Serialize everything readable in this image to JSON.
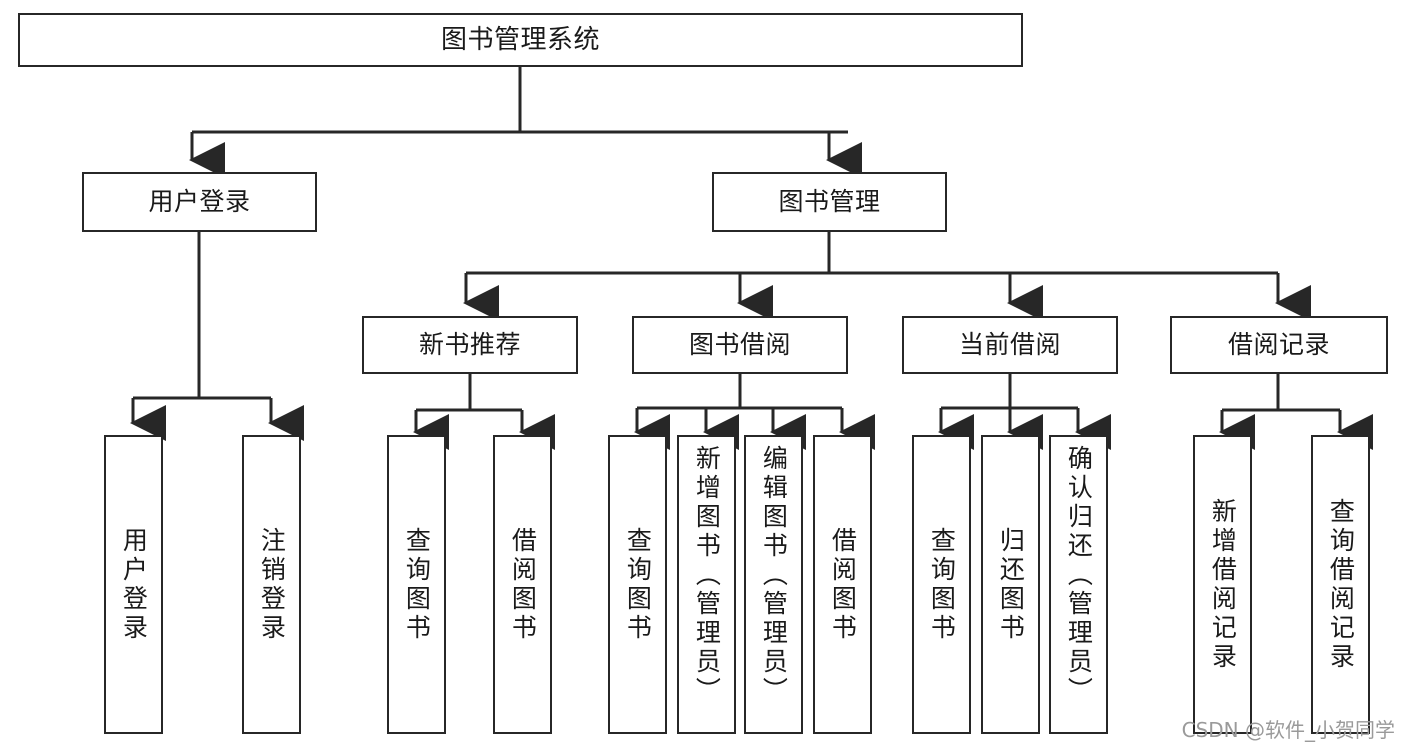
{
  "diagram": {
    "title": "图书管理系统",
    "watermark": "CSDN @软件_小贺同学",
    "line_color": "#272727",
    "box_fill": "#ffffff",
    "text_color": "#1a1a1a",
    "nodes": {
      "root": {
        "label": "图书管理系统"
      },
      "level1": [
        {
          "label": "用户登录"
        },
        {
          "label": "图书管理"
        }
      ],
      "level2": [
        {
          "label": "新书推荐"
        },
        {
          "label": "图书借阅"
        },
        {
          "label": "当前借阅"
        },
        {
          "label": "借阅记录"
        }
      ],
      "leaves": {
        "user_login": [
          {
            "label": "用户登录"
          },
          {
            "label": "注销登录"
          }
        ],
        "new_book": [
          {
            "label": "查询图书"
          },
          {
            "label": "借阅图书"
          }
        ],
        "book_borrow": [
          {
            "label": "查询图书"
          },
          {
            "label": "新增图书（管理员）"
          },
          {
            "label": "编辑图书（管理员）"
          },
          {
            "label": "借阅图书"
          }
        ],
        "current_borrow": [
          {
            "label": "查询图书"
          },
          {
            "label": "归还图书"
          },
          {
            "label": "确认归还（管理员）"
          }
        ],
        "borrow_record": [
          {
            "label": "新增借阅记录"
          },
          {
            "label": "查询借阅记录"
          }
        ]
      }
    }
  }
}
